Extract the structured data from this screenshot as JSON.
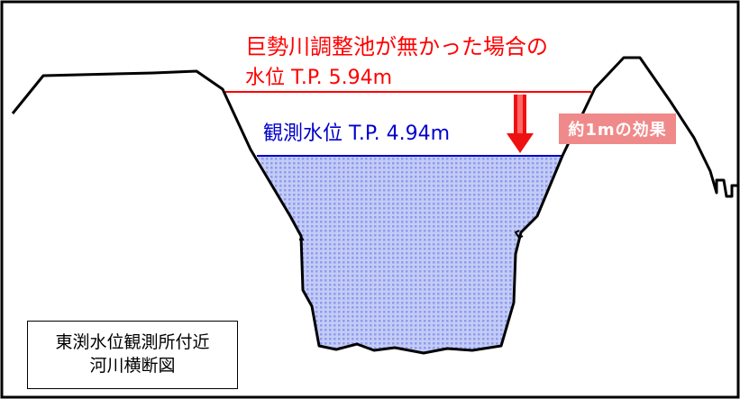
{
  "colors": {
    "no_dam_level": "#ff0000",
    "observed_level": "#0000cc",
    "water_fill": "#b8c4f4",
    "water_pattern": "#8090e8",
    "terrain": "#000000",
    "arrow": "#ee1111",
    "badge_bg": "#f08a8a"
  },
  "labels": {
    "no_dam_line1": "巨勢川調整池が無かった場合の",
    "no_dam_line2": "水位  T.P. 5.94m",
    "observed": "観測水位  T.P. 4.94m",
    "effect": "約1mの効果"
  },
  "caption": {
    "line1": "東渕水位観測所付近",
    "line2": "河川横断図"
  },
  "icons": {
    "arrow": "down-arrow-icon"
  }
}
